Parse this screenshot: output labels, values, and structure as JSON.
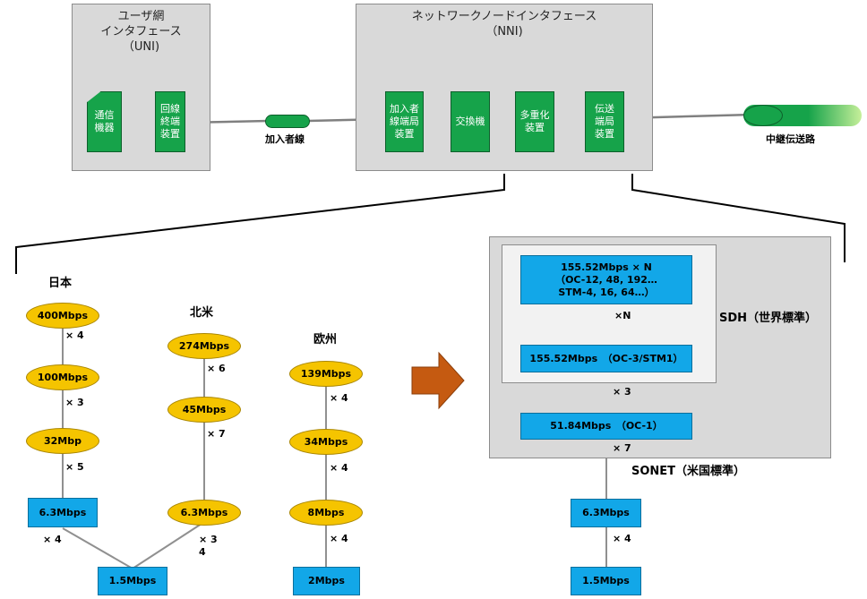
{
  "uni": {
    "title": "ユーザ網\nインタフェース\n（UNI)"
  },
  "nni": {
    "title": "ネットワークノードインタフェース\n（NNI)"
  },
  "uni_devices": {
    "comm": "通信\n機器",
    "line_term": "回線\n終端\n装置"
  },
  "nni_devices": {
    "subscriber_term": "加入者\n線端局\n装置",
    "switch": "交換機",
    "mux": "多重化\n装置",
    "trans_term": "伝送\n端局\n装置"
  },
  "links": {
    "subscriber_line": "加入者線",
    "trunk": "中継伝送路"
  },
  "japan": {
    "label": "日本",
    "rates": [
      "400Mbps",
      "100Mbps",
      "32Mbp",
      "6.3Mbps"
    ],
    "mults": [
      "× 4",
      "× 3",
      "× 5",
      "× 4"
    ]
  },
  "na": {
    "label": "北米",
    "rates": [
      "274Mbps",
      "45Mbps",
      "6.3Mbps"
    ],
    "mults": [
      "× 6",
      "× 7",
      "× 3\n4"
    ]
  },
  "common_base": "1.5Mbps",
  "europe": {
    "label": "欧州",
    "rates": [
      "139Mbps",
      "34Mbps",
      "8Mbps",
      "2Mbps"
    ],
    "mults": [
      "× 4",
      "× 4",
      "× 4"
    ]
  },
  "sdh": {
    "label": "SDH（世界標準）",
    "top": "155.52Mbps × N\n（OC-12, 48, 192…\nSTM-4, 16, 64…）",
    "mult_n": "×N",
    "stm1": "155.52Mbps　（OC-3/STM1）"
  },
  "sonet": {
    "label": "SONET（米国標準）",
    "oc1": "51.84Mbps　（OC-1）",
    "mult_3": "× 3",
    "mult_7": "× 7",
    "rate_63": "6.3Mbps",
    "mult_4": "× 4",
    "rate_15": "1.5Mbps"
  },
  "colors": {
    "green": "#16a34a",
    "yellow": "#f5c400",
    "blue": "#12a7e8",
    "arrow": "#c55a11",
    "panel": "#d9d9d9"
  }
}
